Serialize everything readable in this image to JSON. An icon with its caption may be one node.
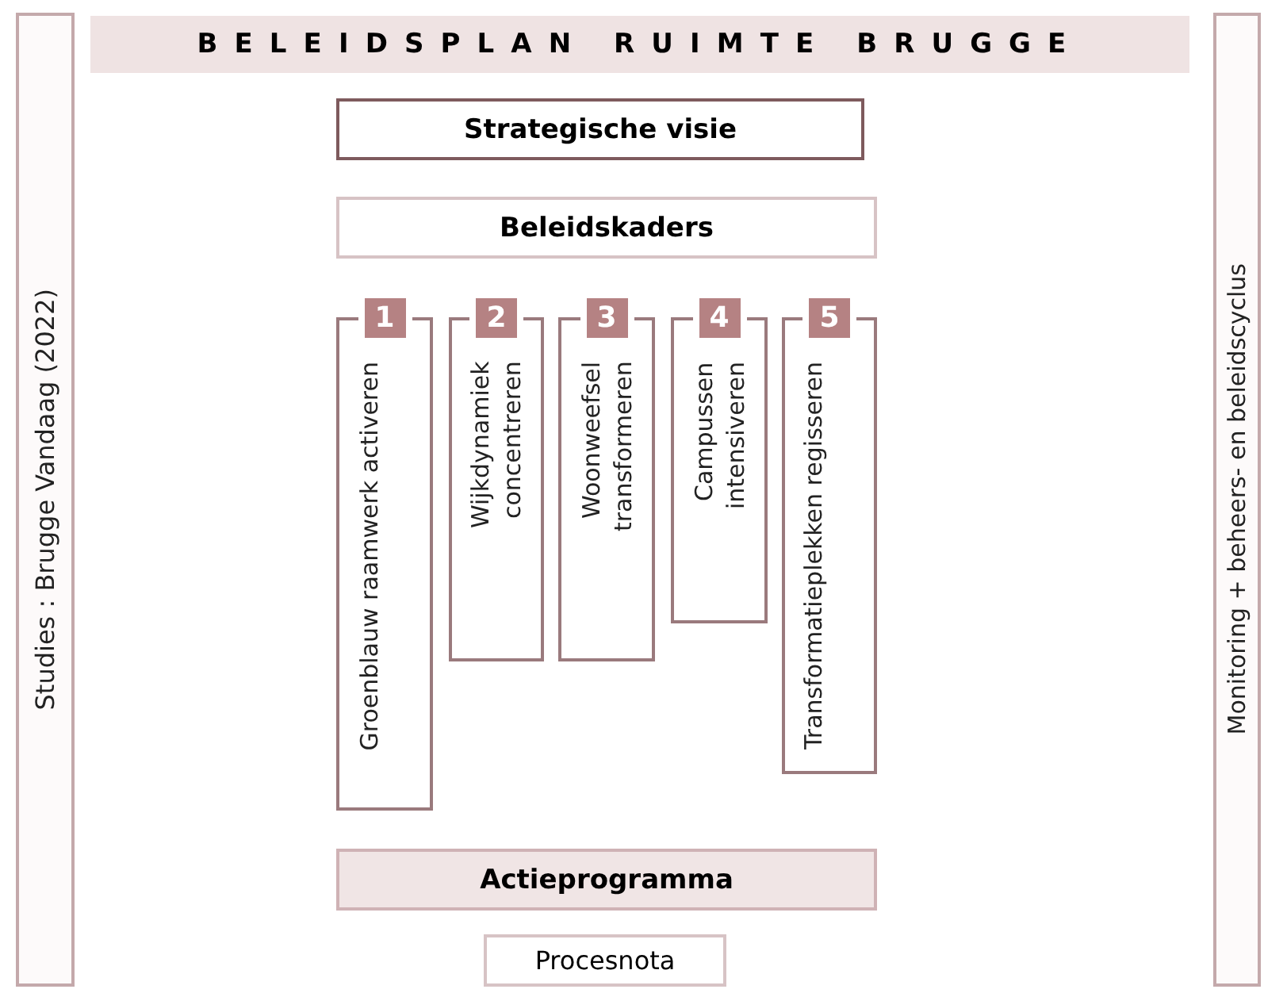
{
  "diagram": {
    "nodes": [
      {
        "text": [
          "Studies : Brugge Vandaag (2022)"
        ]
      },
      {
        "text": [
          "BELEIDSPLAN RUIMTE BRUGGE"
        ]
      },
      {
        "text": [
          "Strategische visie"
        ]
      },
      {
        "text": [
          "Beleidskaders"
        ]
      },
      {
        "text": [
          "1",
          "Groenblauw raamwerk activeren"
        ]
      },
      {
        "text": [
          "2",
          "Wijkdynamiek concentreren"
        ]
      },
      {
        "text": [
          "3",
          "Woonweefsel transformeren"
        ]
      },
      {
        "text": [
          "4",
          "Campussen intensiveren"
        ]
      },
      {
        "text": [
          "5",
          "Transformatieplekken regisseren"
        ]
      },
      {
        "text": [
          "Actieprogramma"
        ]
      },
      {
        "text": [
          "Procesnota"
        ]
      },
      {
        "text": [
          "Monitoring + beheers- en beleidscyclus"
        ]
      }
    ]
  }
}
